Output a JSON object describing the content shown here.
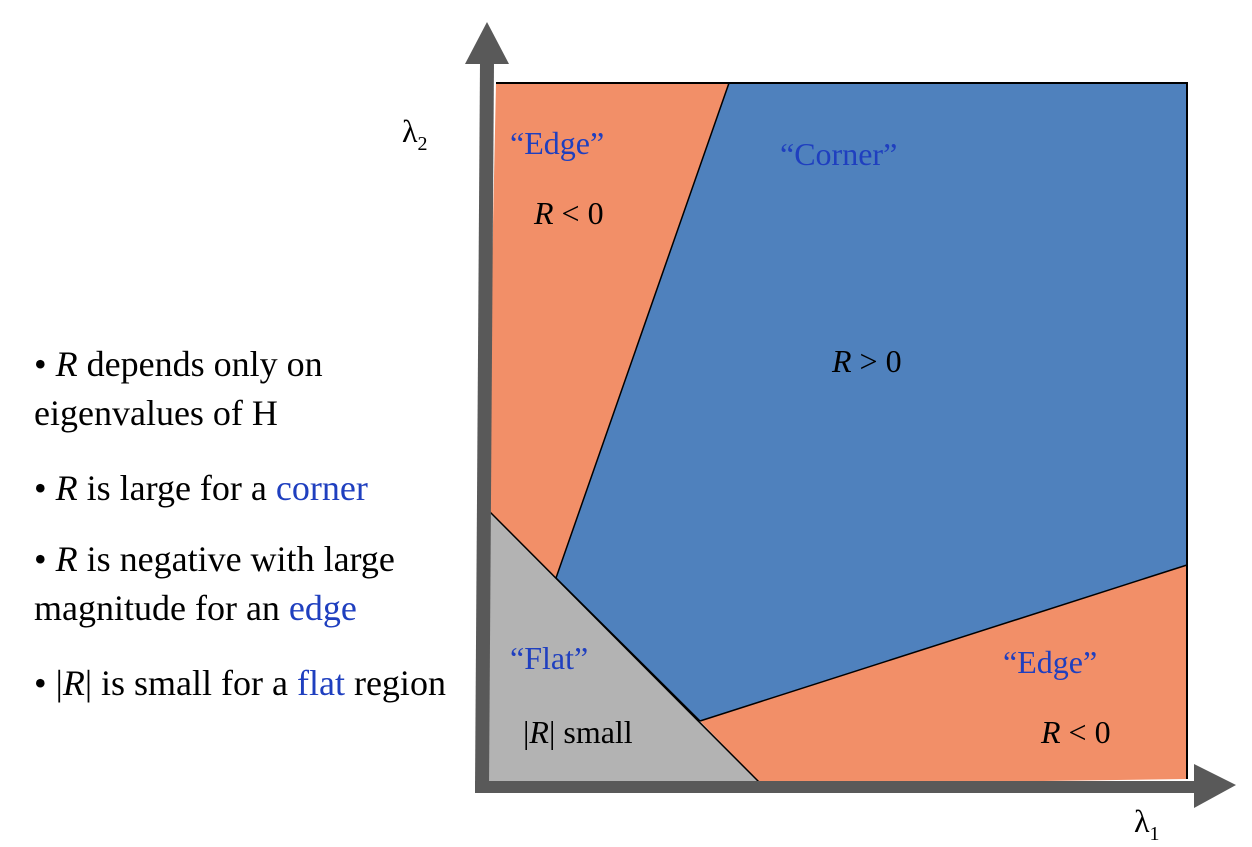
{
  "bullets": [
    {
      "pre": "• ",
      "var": "R",
      "mid": " depends only on eigenvalues of H",
      "hl": "",
      "post": ""
    },
    {
      "pre": "• ",
      "var": "R",
      "mid": " is large for a ",
      "hl": "corner",
      "post": ""
    },
    {
      "pre": "• ",
      "var": "R",
      "mid": " is negative with large magnitude for an ",
      "hl": "edge",
      "post": ""
    },
    {
      "pre": "• |",
      "var": "R",
      "mid": "| is small for a ",
      "hl": "flat",
      "post": " region"
    }
  ],
  "diagram": {
    "axis_y_label": "λ",
    "axis_y_sub": "2",
    "axis_x_label": "λ",
    "axis_x_sub": "1",
    "regions": {
      "edge_top_title": "“Edge”",
      "edge_top_cond_var": "R",
      "edge_top_cond": " < 0",
      "corner_title": "“Corner”",
      "corner_cond_var": "R",
      "corner_cond": " > 0",
      "flat_title": "“Flat”",
      "flat_cond_pre": "|",
      "flat_cond_var": "R",
      "flat_cond": "| small",
      "edge_bottom_title": "“Edge”",
      "edge_bottom_cond_var": "R",
      "edge_bottom_cond": " < 0"
    },
    "colors": {
      "edge": "#f28f68",
      "corner": "#4f81bd",
      "flat": "#b3b3b3",
      "axis": "#595959",
      "label_blue": "#1f3fbf"
    }
  }
}
